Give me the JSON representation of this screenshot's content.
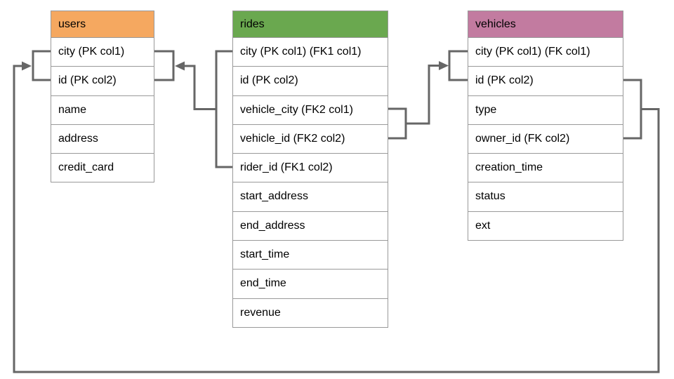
{
  "diagram": {
    "type": "entity-relationship-schema",
    "tables": [
      {
        "name": "users",
        "header_color": "#F5A860",
        "rows": [
          "city (PK col1)",
          "id (PK col2)",
          "name",
          "address",
          "credit_card"
        ]
      },
      {
        "name": "rides",
        "header_color": "#6AA84F",
        "rows": [
          "city (PK col1) (FK1 col1)",
          "id (PK col2)",
          "vehicle_city (FK2 col1)",
          "vehicle_id (FK2 col2)",
          "rider_id (FK1 col2)",
          "start_address",
          "end_address",
          "start_time",
          "end_time",
          "revenue"
        ]
      },
      {
        "name": "vehicles",
        "header_color": "#C27BA0",
        "rows": [
          "city (PK col1) (FK col1)",
          "id (PK col2)",
          "type",
          "owner_id (FK col2)",
          "creation_time",
          "status",
          "ext"
        ]
      }
    ],
    "relationships": [
      {
        "name": "FK1",
        "from_table": "rides",
        "from_rows": [
          "city (PK col1) (FK1 col1)",
          "rider_id (FK1 col2)"
        ],
        "to_table": "users",
        "to_rows": [
          "city (PK col1)",
          "id (PK col2)"
        ]
      },
      {
        "name": "FK2",
        "from_table": "rides",
        "from_rows": [
          "vehicle_city (FK2 col1)",
          "vehicle_id (FK2 col2)"
        ],
        "to_table": "vehicles",
        "to_rows": [
          "city (PK col1) (FK col1)",
          "id (PK col2)"
        ]
      },
      {
        "name": "FK",
        "from_table": "vehicles",
        "from_rows": [
          "id (PK col2)",
          "owner_id (FK col2)"
        ],
        "to_table": "users",
        "to_rows": [
          "city (PK col1)",
          "id (PK col2)"
        ]
      }
    ],
    "colors": {
      "connector": "#666666",
      "cell_border": "#999999",
      "background": "#FFFFFF",
      "text": "#000000"
    }
  }
}
